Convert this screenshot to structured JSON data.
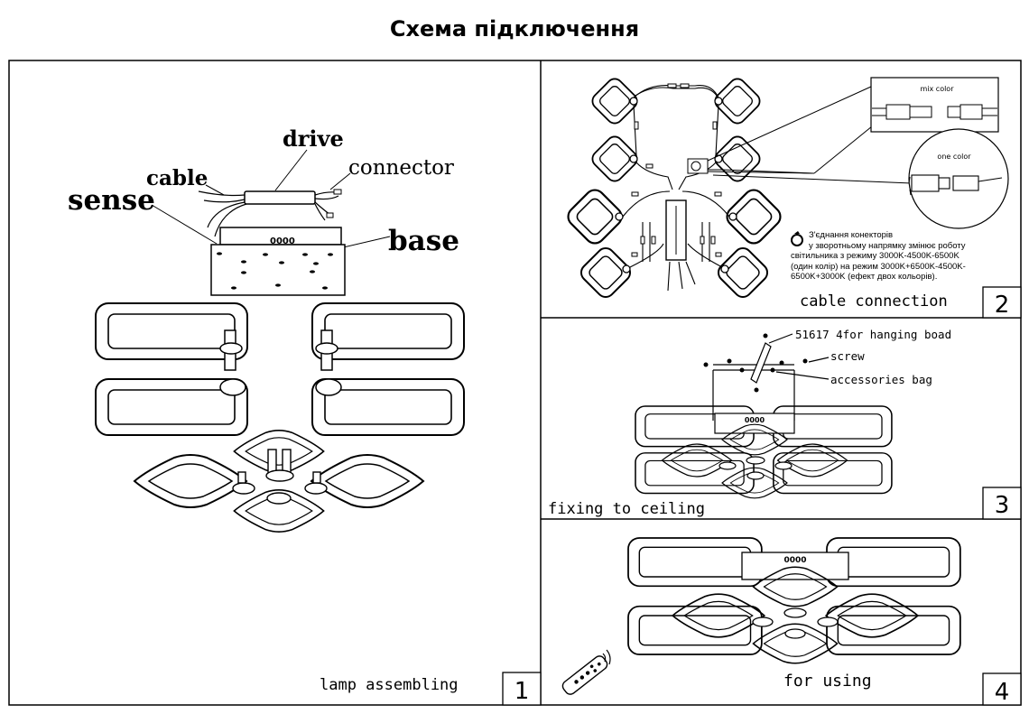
{
  "title": "Схема підключення",
  "panel1": {
    "labels": {
      "drive": "drive",
      "cable": "cable",
      "connector": "connector",
      "sense": "sense",
      "base": "base"
    },
    "base_mark": "0000",
    "caption": "lamp   assembling",
    "number": "1"
  },
  "panel2": {
    "mix_color": "mix color",
    "one_color": "one color",
    "note_line1": "З'єднання конекторів",
    "note_line2": "у зворотньому напрямку змінює роботу",
    "note_line3": "світильника з режиму 3000K-4500K-6500K",
    "note_line4": "(один колір) на режим 3000K+6500K-4500K-",
    "note_line5": "6500K+3000K  (ефект двох кольорів).",
    "caption": "cable  connection",
    "number": "2"
  },
  "panel3": {
    "label_board": "51617  4for  hanging  boad",
    "label_screw": "screw",
    "label_bag": "accessories  bag",
    "caption": "fixing  to  ceiling",
    "number": "3"
  },
  "panel4": {
    "caption": "for  using",
    "number": "4"
  }
}
